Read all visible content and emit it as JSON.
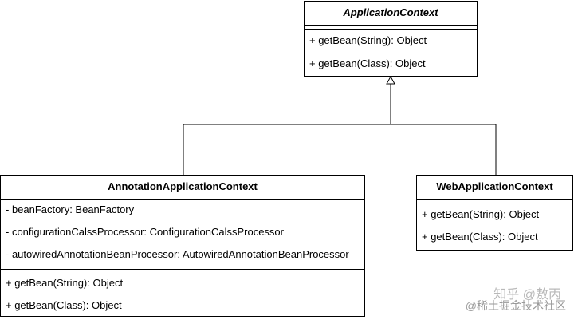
{
  "classes": {
    "application_context": {
      "name": "ApplicationContext",
      "abstract": true,
      "attributes": [],
      "methods": [
        "+ getBean(String): Object",
        "+ getBean(Class): Object"
      ]
    },
    "annotation_application_context": {
      "name": "AnnotationApplicationContext",
      "abstract": false,
      "attributes": [
        "- beanFactory: BeanFactory",
        "- configurationCalssProcessor: ConfigurationCalssProcessor",
        "- autowiredAnnotationBeanProcessor: AutowiredAnnotationBeanProcessor"
      ],
      "methods": [
        "+ getBean(String): Object",
        "+ getBean(Class): Object"
      ]
    },
    "web_application_context": {
      "name": "WebApplicationContext",
      "abstract": false,
      "attributes": [],
      "methods": [
        "+ getBean(String): Object",
        "+ getBean(Class): Object"
      ]
    }
  },
  "relationships": [
    {
      "type": "generalization",
      "from": "AnnotationApplicationContext",
      "to": "ApplicationContext"
    },
    {
      "type": "generalization",
      "from": "WebApplicationContext",
      "to": "ApplicationContext"
    }
  ],
  "watermark": {
    "line1": "知乎 @敖丙",
    "line2": "@稀土掘金技术社区"
  },
  "colors": {
    "stroke": "#000000",
    "background": "#ffffff",
    "watermark": "#b9b9b9"
  }
}
